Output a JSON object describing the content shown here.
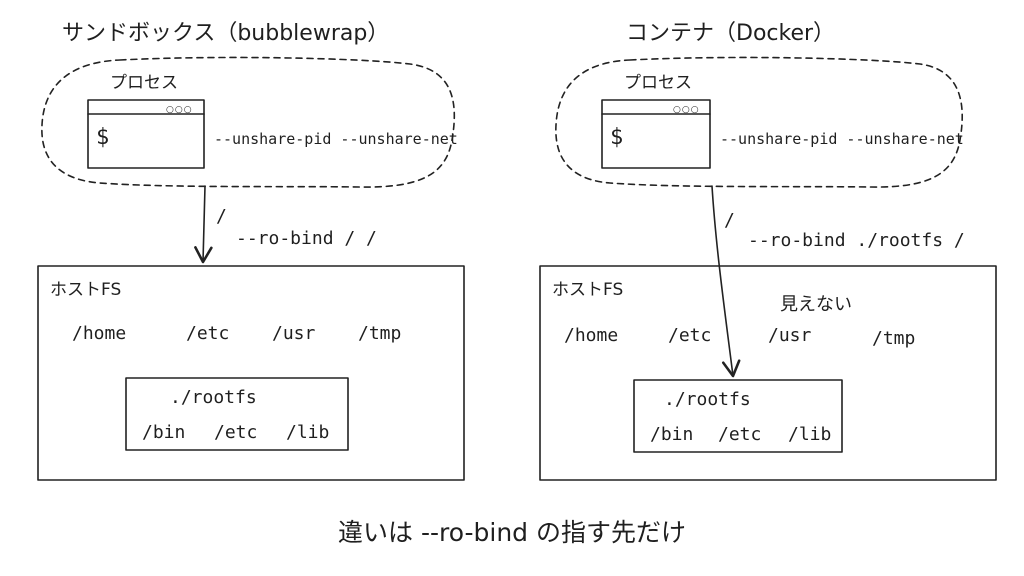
{
  "colors": {
    "rootfs_fill": "#e4f2d8",
    "hatch": "#bdbdbd",
    "ink": "#1f1f1f"
  },
  "left": {
    "title": "サンドボックス（bubblewrap）",
    "process_label": "プロセス",
    "terminal_prompt": "$",
    "terminal_dots": "○○○",
    "flags": "--unshare-pid --unshare-net",
    "arrow_from": "/",
    "bind_label": "--ro-bind / /",
    "host_label": "ホストFS",
    "host_dirs": [
      "/home",
      "/etc",
      "/usr",
      "/tmp"
    ],
    "rootfs_label": "./rootfs",
    "rootfs_dirs": [
      "/bin",
      "/etc",
      "/lib"
    ]
  },
  "right": {
    "title": "コンテナ（Docker）",
    "process_label": "プロセス",
    "terminal_prompt": "$",
    "terminal_dots": "○○○",
    "flags": "--unshare-pid --unshare-net",
    "arrow_from": "/",
    "bind_label": "--ro-bind ./rootfs /",
    "host_label": "ホストFS",
    "hidden_label": "見えない",
    "host_dirs": [
      "/home",
      "/etc",
      "/usr",
      "/tmp"
    ],
    "rootfs_label": "./rootfs",
    "rootfs_dirs": [
      "/bin",
      "/etc",
      "/lib"
    ]
  },
  "footer": {
    "caption": "違いは --ro-bind の指す先だけ"
  }
}
